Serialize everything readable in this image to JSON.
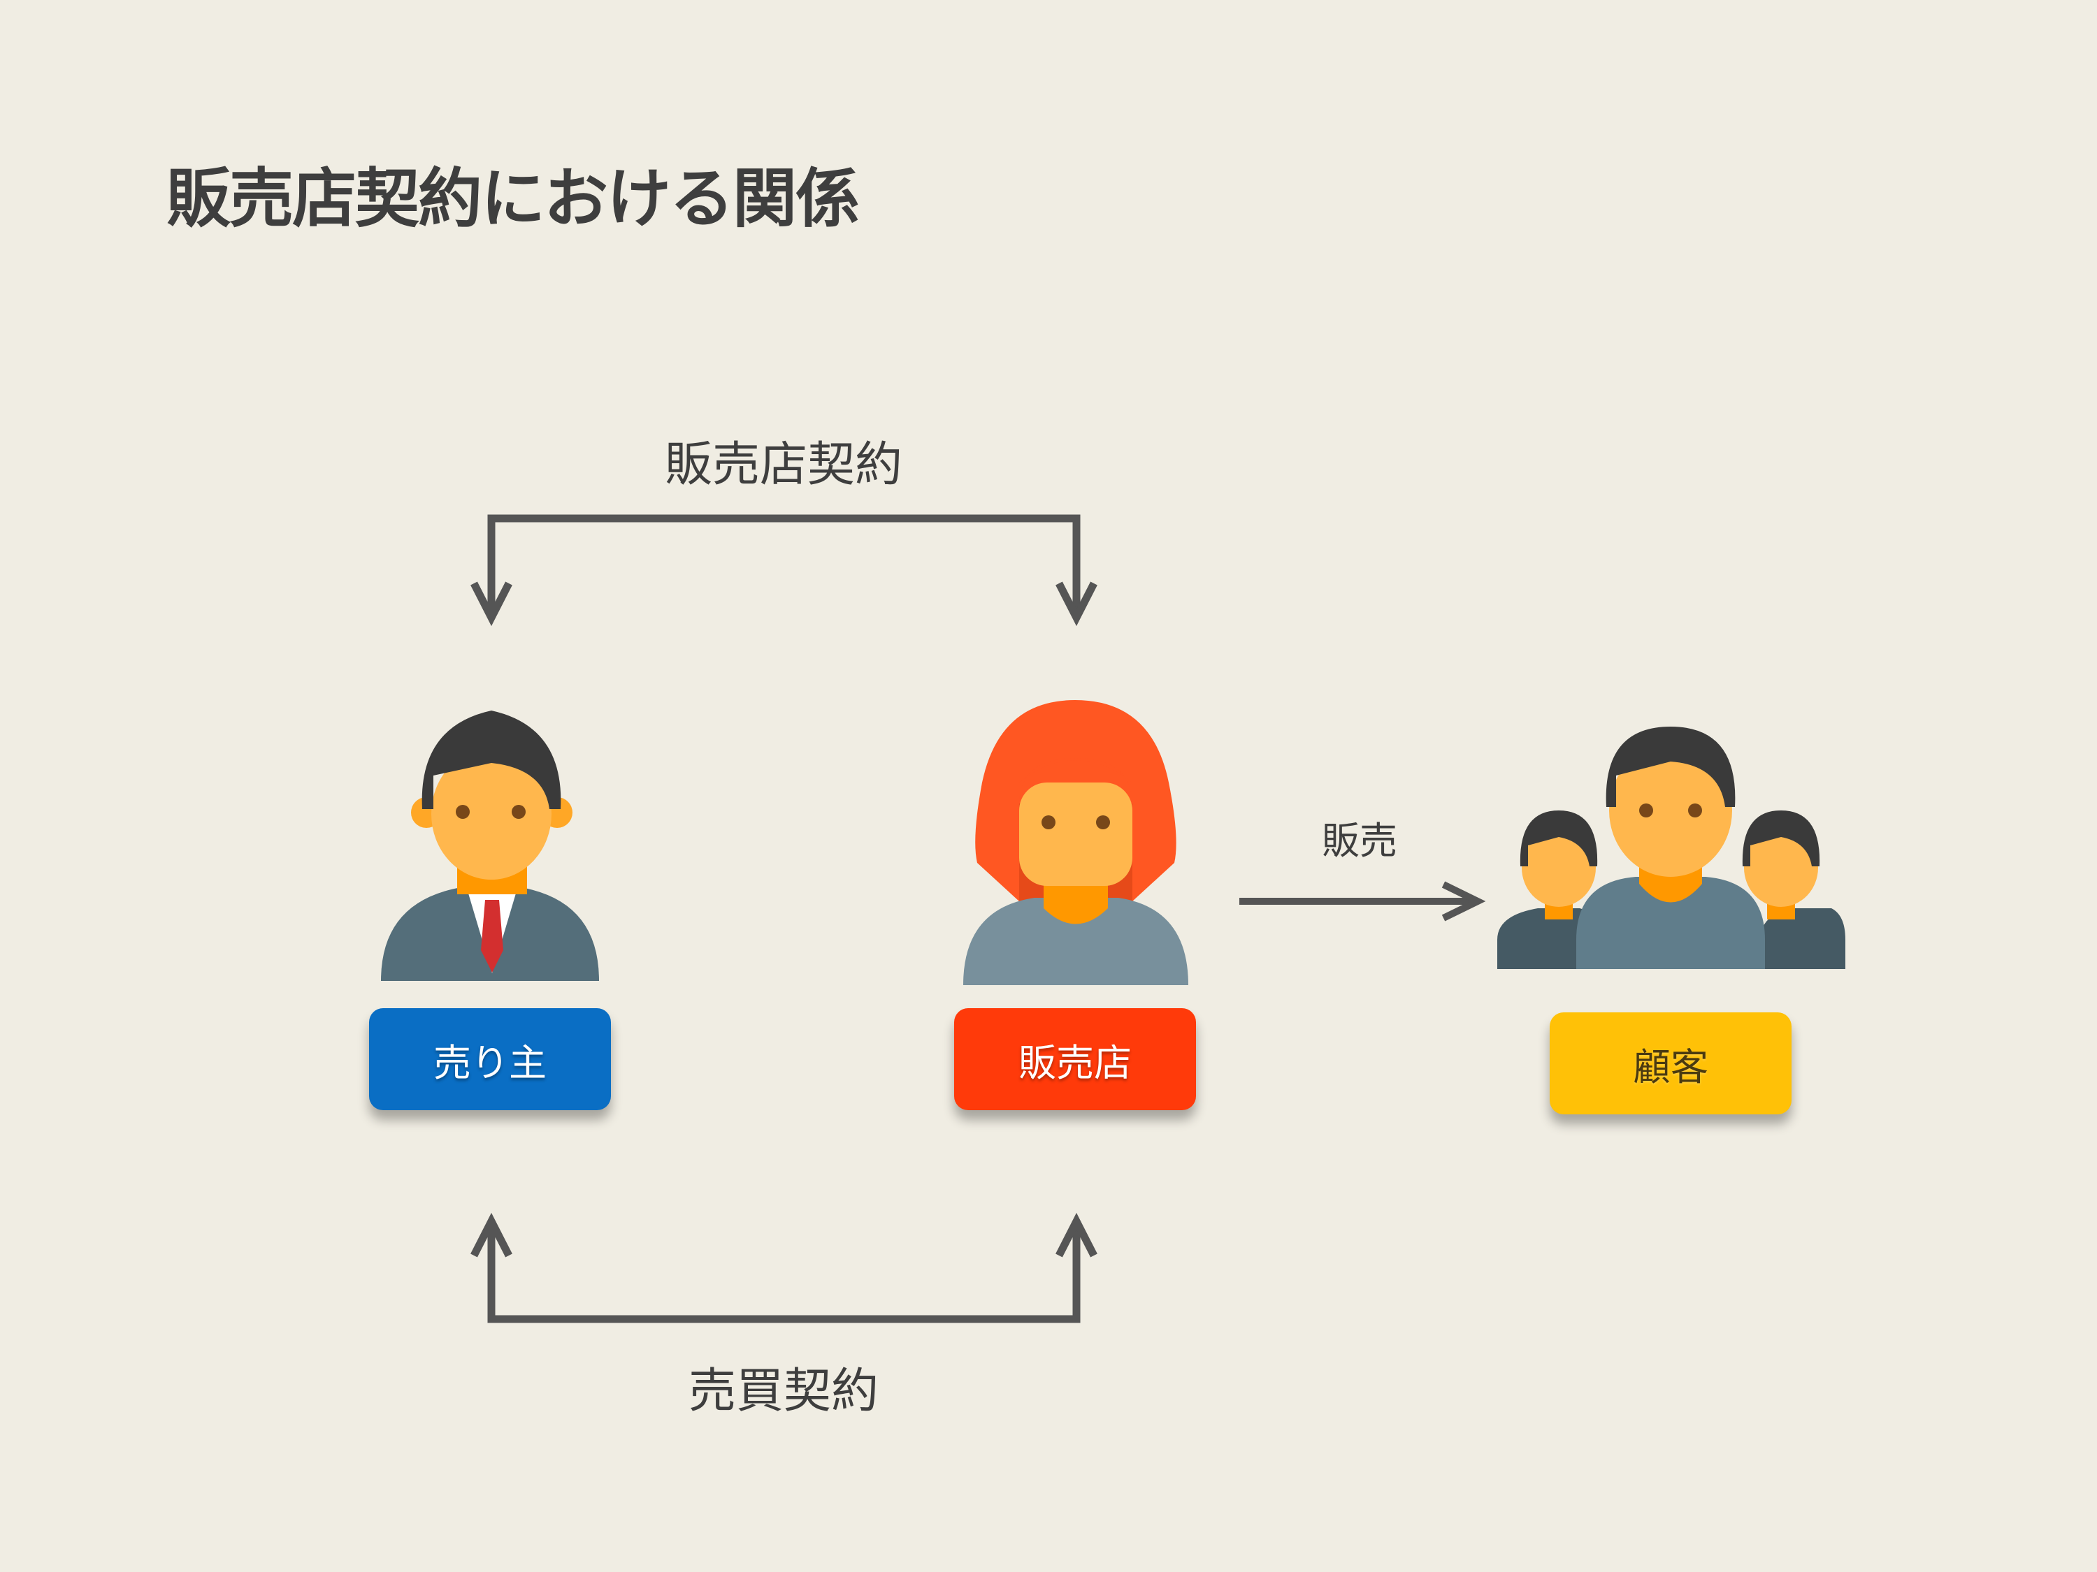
{
  "title": "販売店契約における関係",
  "arrows": {
    "top_label": "販売店契約",
    "bottom_label": "売買契約",
    "sale_label": "販売"
  },
  "roles": {
    "seller": {
      "label": "売り主",
      "color": "#0A6EC4",
      "icon": "businessman-icon"
    },
    "dealer": {
      "label": "販売店",
      "color": "#FF3A0A",
      "icon": "woman-icon"
    },
    "customer": {
      "label": "顧客",
      "color": "#FFC107",
      "icon": "group-icon"
    }
  },
  "colors": {
    "background": "#F0EDE3",
    "arrow": "#555555",
    "skin": "#FFB74D",
    "hair": "#3A3A3A",
    "dealer_hair": "#FF5722",
    "suit": "#546E7A"
  }
}
